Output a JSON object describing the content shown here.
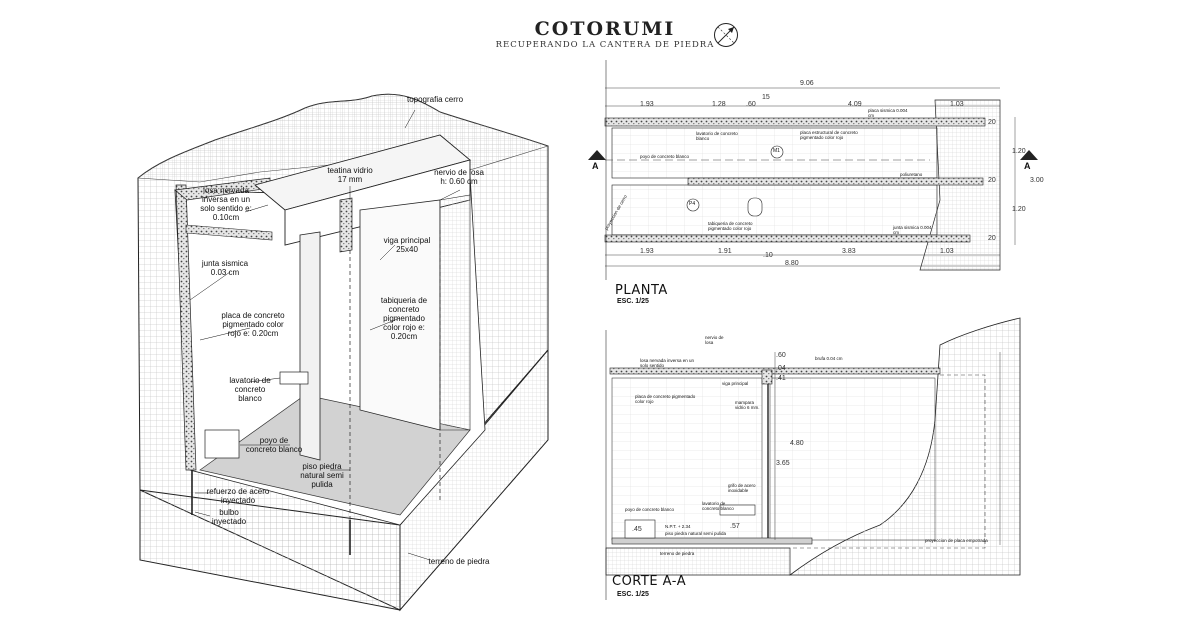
{
  "title": {
    "main": "COTORUMI",
    "subtitle": "RECUPERANDO LA CANTERA DE PIEDRA"
  },
  "axonometric": {
    "labels": {
      "topografia": "topografia cerro",
      "teatina": "teatina vidrio 17 mm",
      "nervio": "nervio de losa h: 0.60 cm",
      "losa": "losa nervada inversa en un solo sentido e: 0.10cm",
      "junta": "junta sismica 0.03 cm",
      "viga": "viga principal 25x40",
      "placa": "placa de concreto pigmentado color rojo e: 0.20cm",
      "tabiqueria": "tabiqueria de concreto pigmentado color rojo e: 0.20cm",
      "lavatorio": "lavatorio de concreto blanco",
      "poyo": "poyo de concreto blanco",
      "piso": "piso piedra natural semi pulida",
      "refuerzo": "refuerzo de acero inyectado",
      "bulbo": "bulbo inyectado",
      "terreno": "terreno de piedra"
    }
  },
  "planta": {
    "name": "PLANTA",
    "scale": "ESC. 1/25",
    "section_mark": "A",
    "dims_top": {
      "total": "9.06",
      "mid": "15",
      "segments": [
        "1.93",
        "1.28",
        ".60",
        "4.09",
        "1.03"
      ]
    },
    "dims_bottom": {
      "total": "8.80",
      "segments": [
        "1.93",
        "1.91",
        ".10",
        "3.83",
        "1.03"
      ]
    },
    "dims_right": {
      "total": "3.00",
      "segments": [
        "20",
        "1.20",
        "20",
        "1.20",
        "20"
      ]
    },
    "notes": {
      "placa_sup": "placa sismica 0.004 cm",
      "placa_estructural": "placa estructural de concreto pigmentado color rojo",
      "lavatorio": "lavatorio de concreto blanco",
      "poyo": "poyo de concreto blanco",
      "poliuretano": "poliuretano",
      "tabiqueria": "tabiqueria de concreto pigmentado color rojo",
      "junta": "junta sismica 0.004 cm",
      "proyeccion": "proyeccion de cerro"
    },
    "tags": {
      "m1": "M1",
      "p4": "P4"
    }
  },
  "corte": {
    "name": "CORTE A-A",
    "scale": "ESC. 1/25",
    "dims_right": {
      "top": ".60",
      "a": ".04",
      "b": ".41",
      "total": "4.80",
      "inner": "3.65"
    },
    "dims_small": {
      "poyo": ".45",
      "lav": ".57"
    },
    "notes": {
      "nervio": "nervio de losa",
      "losa": "losa nervada inversa en un solo sentido",
      "viga": "viga principal",
      "brufa": "brufa 0.04 cm",
      "placa": "placa de concreto pigmentado color rojo",
      "mampara": "mampara vidrio 6 mm.",
      "grifo": "grifo de acero inoxidable",
      "lavatorio": "lavatorio de concreto blanco",
      "poyo": "poyo de concreto blanco",
      "npt": "N.P.T. + 2.34",
      "piso": "piso piedra natural semi pulida",
      "terreno": "terreno de piedra",
      "proyeccion": "proyeccion de placa empotrada"
    }
  },
  "colors": {
    "ink": "#1a1a1a",
    "floor": "#cfcfcf",
    "hatch": "#9a9a9a",
    "concrete": "#3a3a3a"
  }
}
